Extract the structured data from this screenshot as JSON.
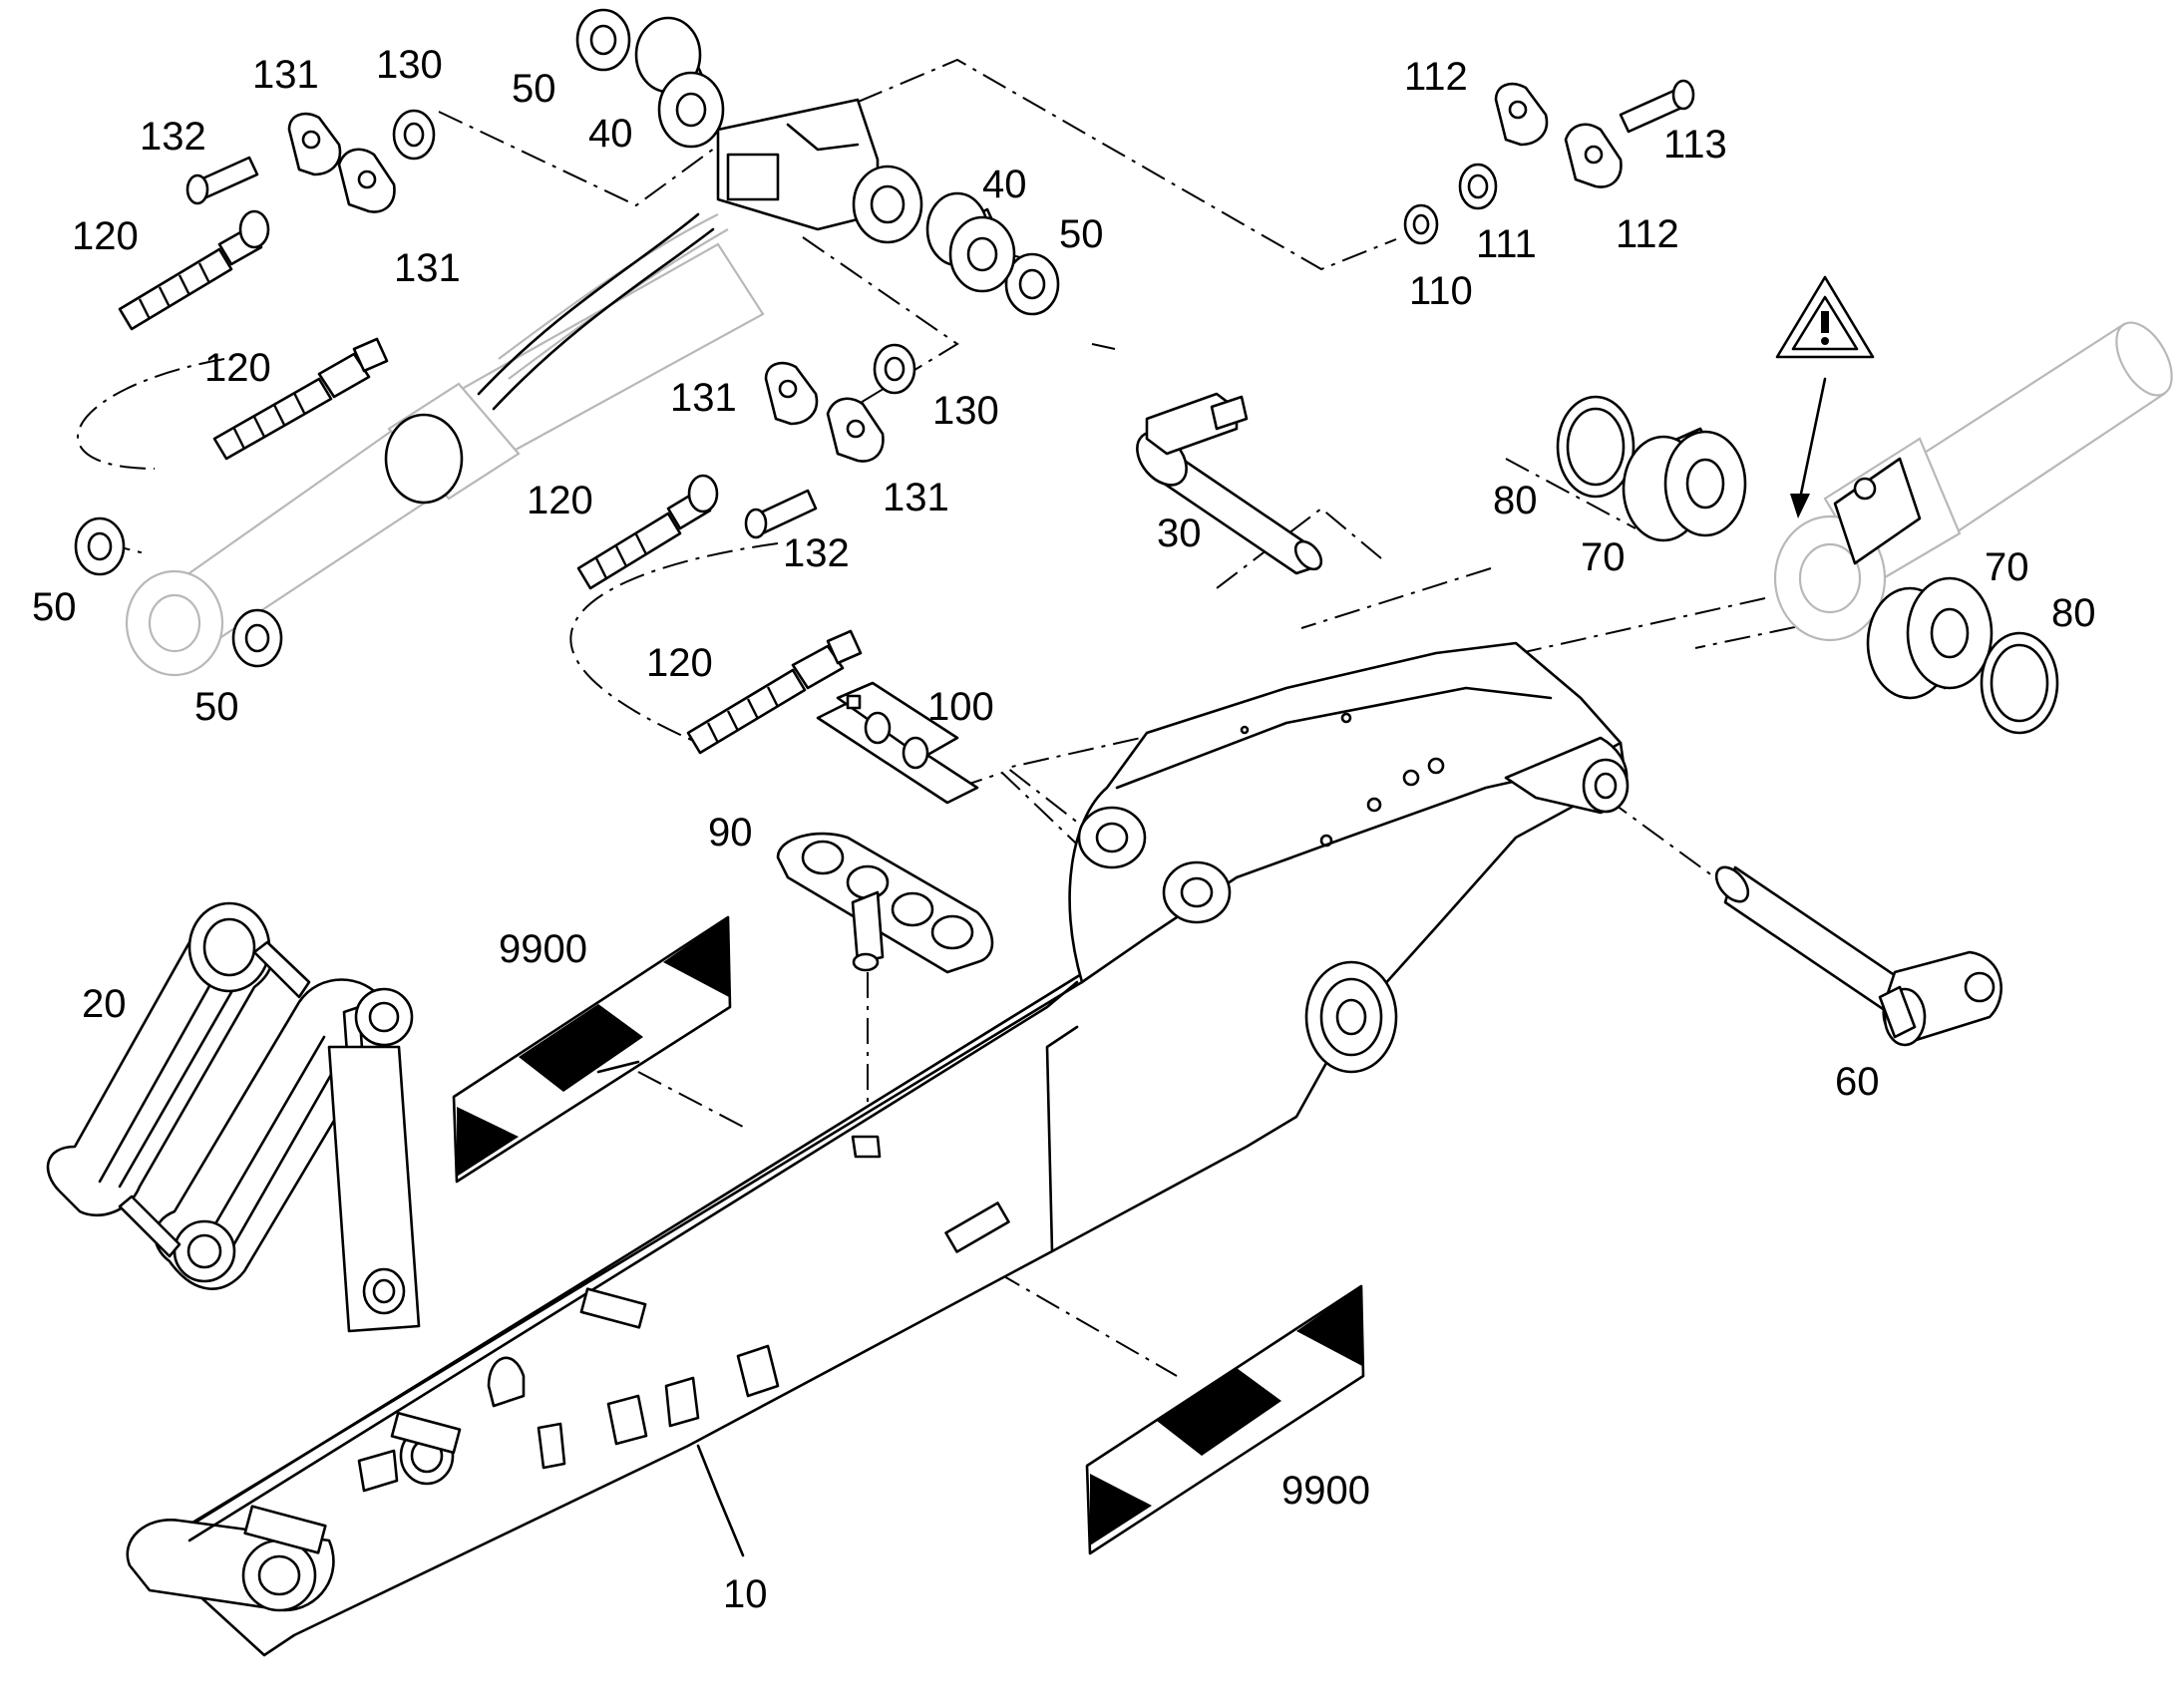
{
  "callouts": {
    "c10": "10",
    "c20": "20",
    "c30": "30",
    "c40a": "40",
    "c40b": "40",
    "c50a": "50",
    "c50b": "50",
    "c50c": "50",
    "c50d": "50",
    "c60": "60",
    "c70a": "70",
    "c70b": "70",
    "c80a": "80",
    "c80b": "80",
    "c90": "90",
    "c100": "100",
    "c110": "110",
    "c111": "111",
    "c112a": "112",
    "c112b": "112",
    "c113": "113",
    "c120a": "120",
    "c120b": "120",
    "c120c": "120",
    "c120d": "120",
    "c130a": "130",
    "c130b": "130",
    "c131a": "131",
    "c131b": "131",
    "c131c": "131",
    "c131d": "131",
    "c132a": "132",
    "c132b": "132",
    "c9900a": "9900",
    "c9900b": "9900"
  },
  "icons": {
    "warning": "warning-triangle-icon"
  }
}
